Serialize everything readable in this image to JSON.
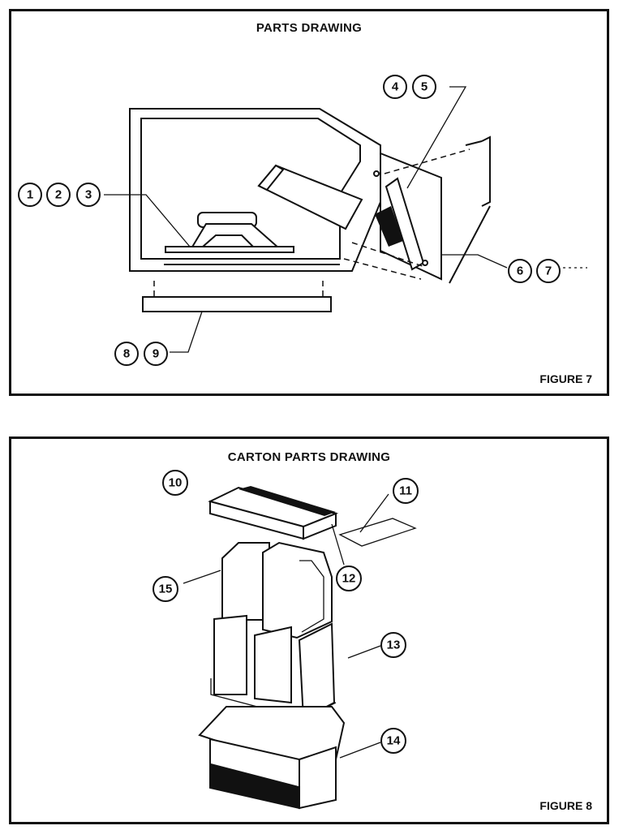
{
  "figure7": {
    "title": "PARTS DRAWING",
    "figure_label": "FIGURE 7",
    "callouts": [
      "1",
      "2",
      "3",
      "4",
      "5",
      "6",
      "7",
      "8",
      "9"
    ]
  },
  "figure8": {
    "title": "CARTON PARTS DRAWING",
    "figure_label": "FIGURE 8",
    "callouts": [
      "10",
      "11",
      "12",
      "13",
      "14",
      "15"
    ]
  }
}
